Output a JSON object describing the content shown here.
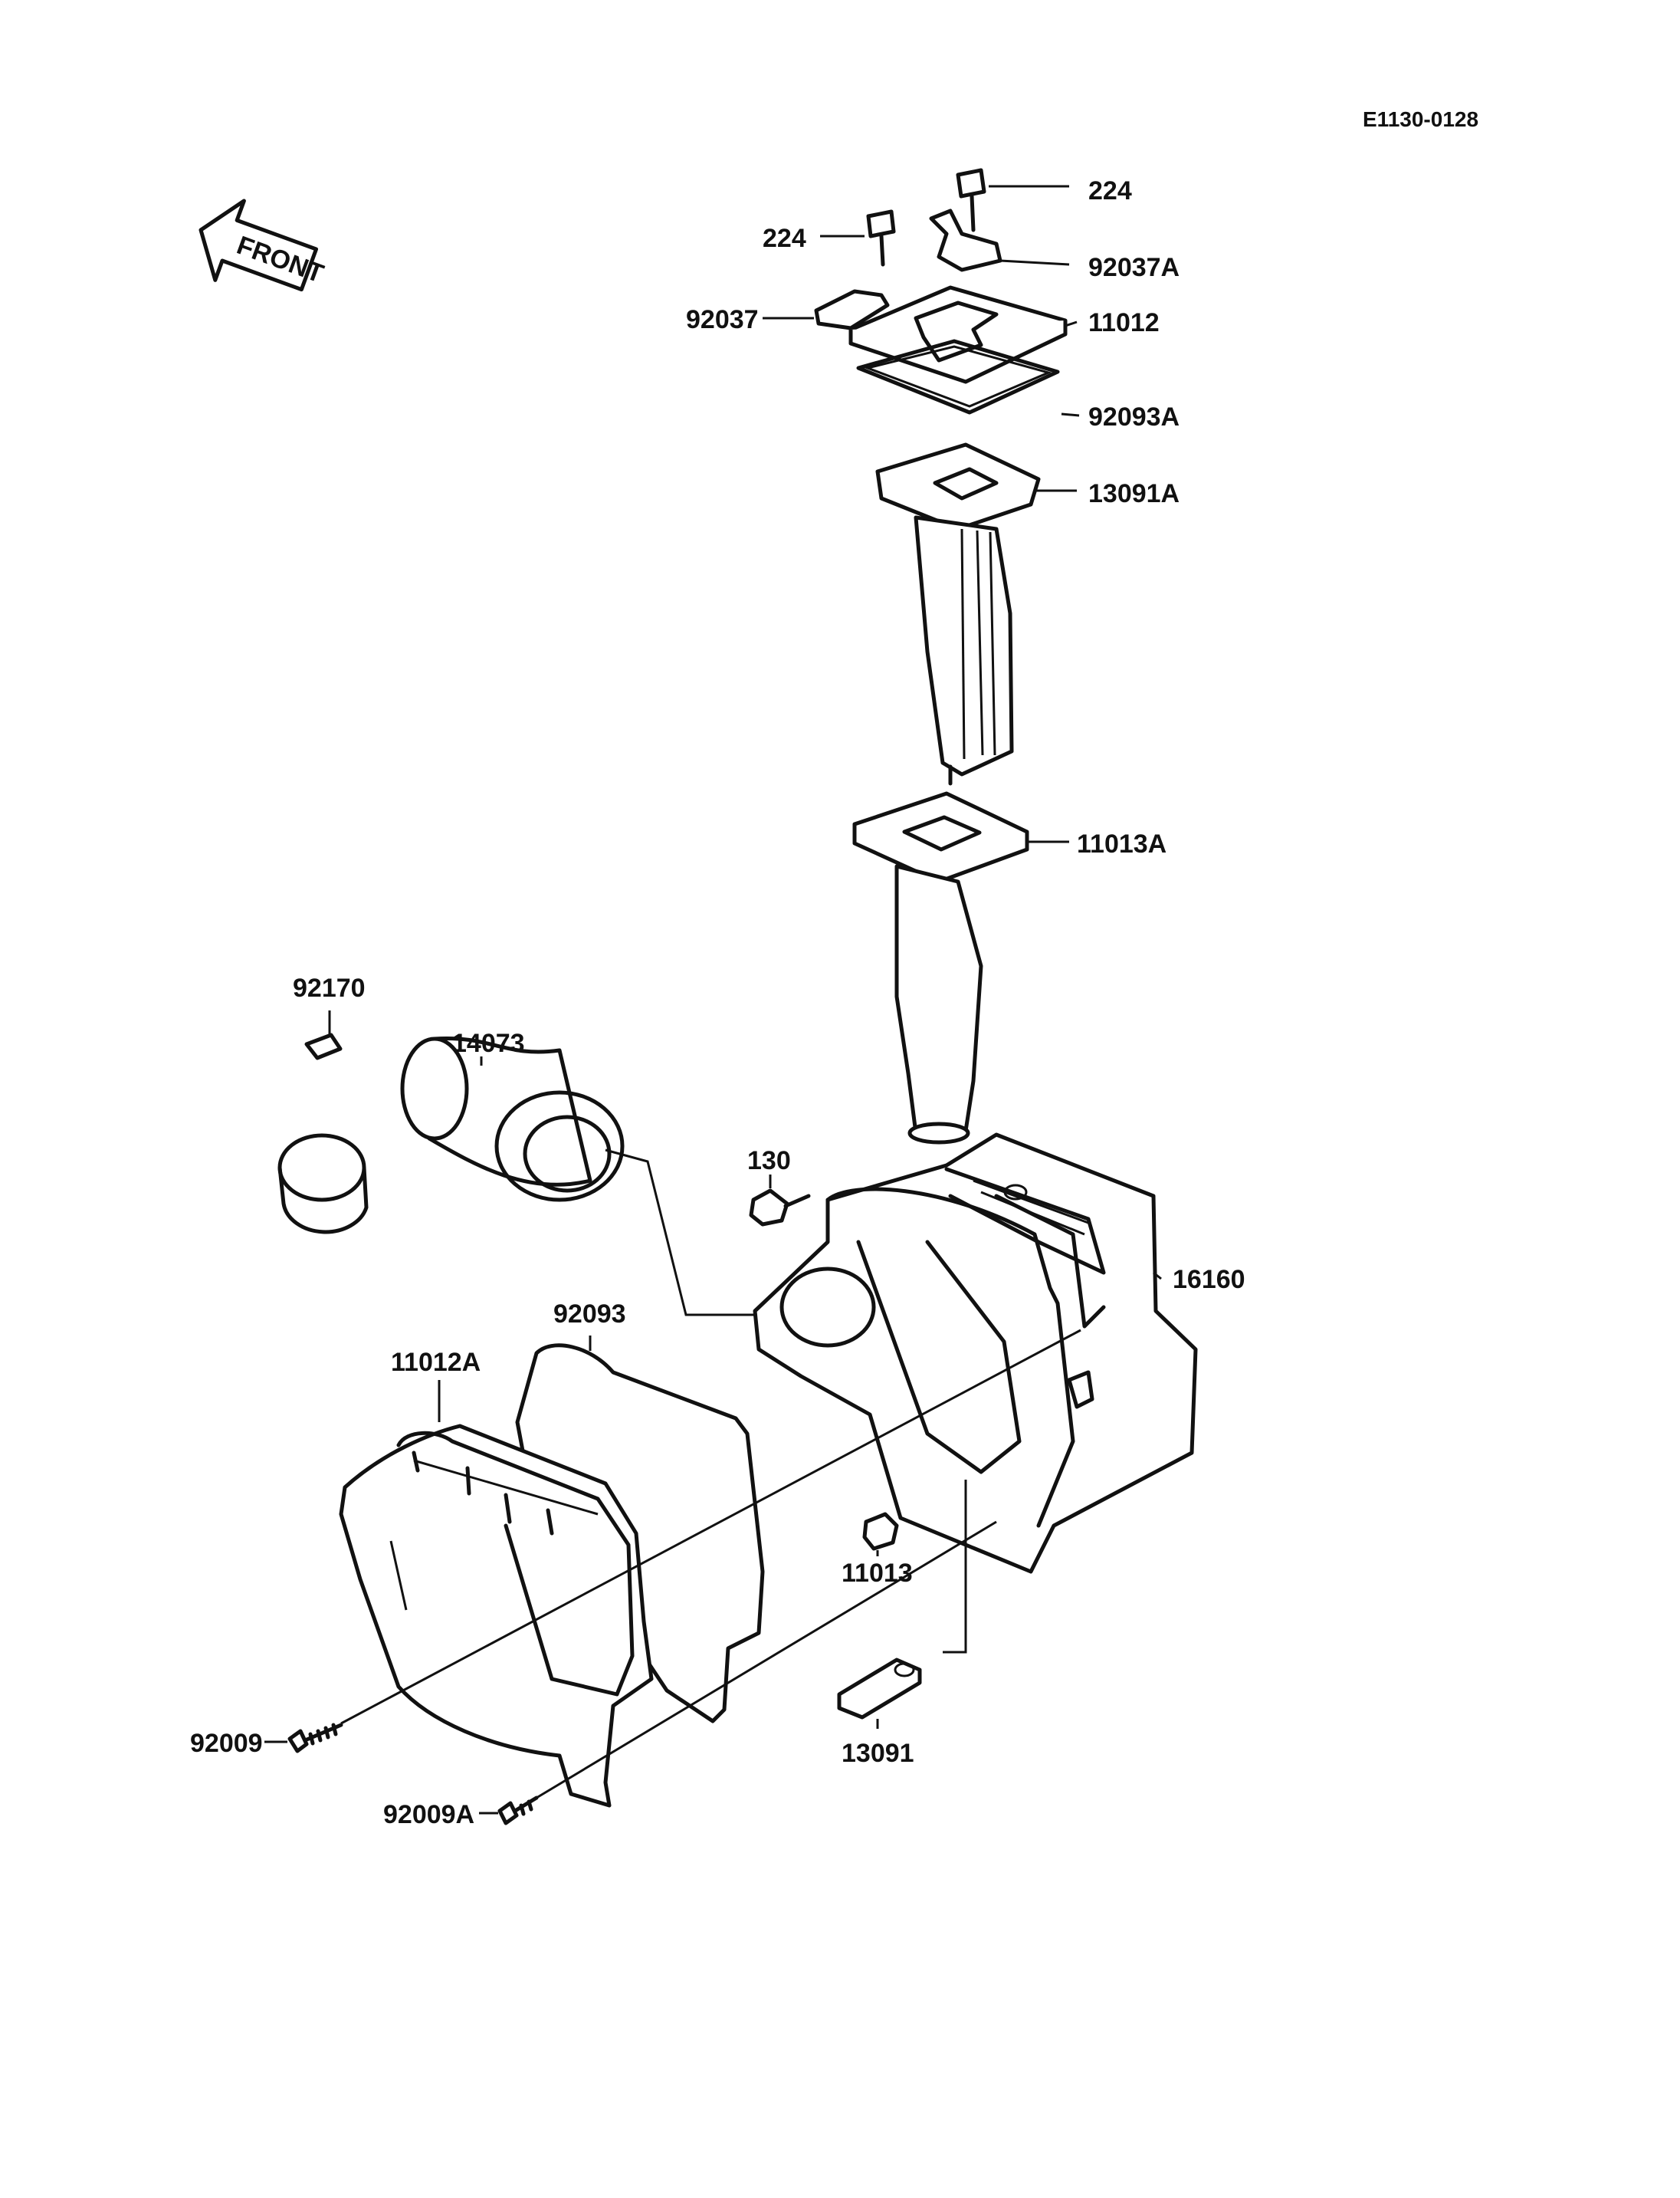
{
  "diagram_code": "E1130-0128",
  "front_label": "FRONT",
  "parts": {
    "bolt_224_right": "224",
    "bolt_224_left": "224",
    "bracket_92037A": "92037A",
    "bracket_92037": "92037",
    "cover_11012": "11012",
    "seal_92093A": "92093A",
    "plate_13091A": "13091A",
    "duct_11013A": "11013A",
    "clamp_92170": "92170",
    "element_14073": "14073",
    "bolt_130": "130",
    "case_16160": "16160",
    "seal_92093": "92093",
    "cover_11012A": "11012A",
    "cap_11013": "11013",
    "plate_13091": "13091",
    "screw_92009": "92009",
    "screw_92009A": "92009A"
  }
}
